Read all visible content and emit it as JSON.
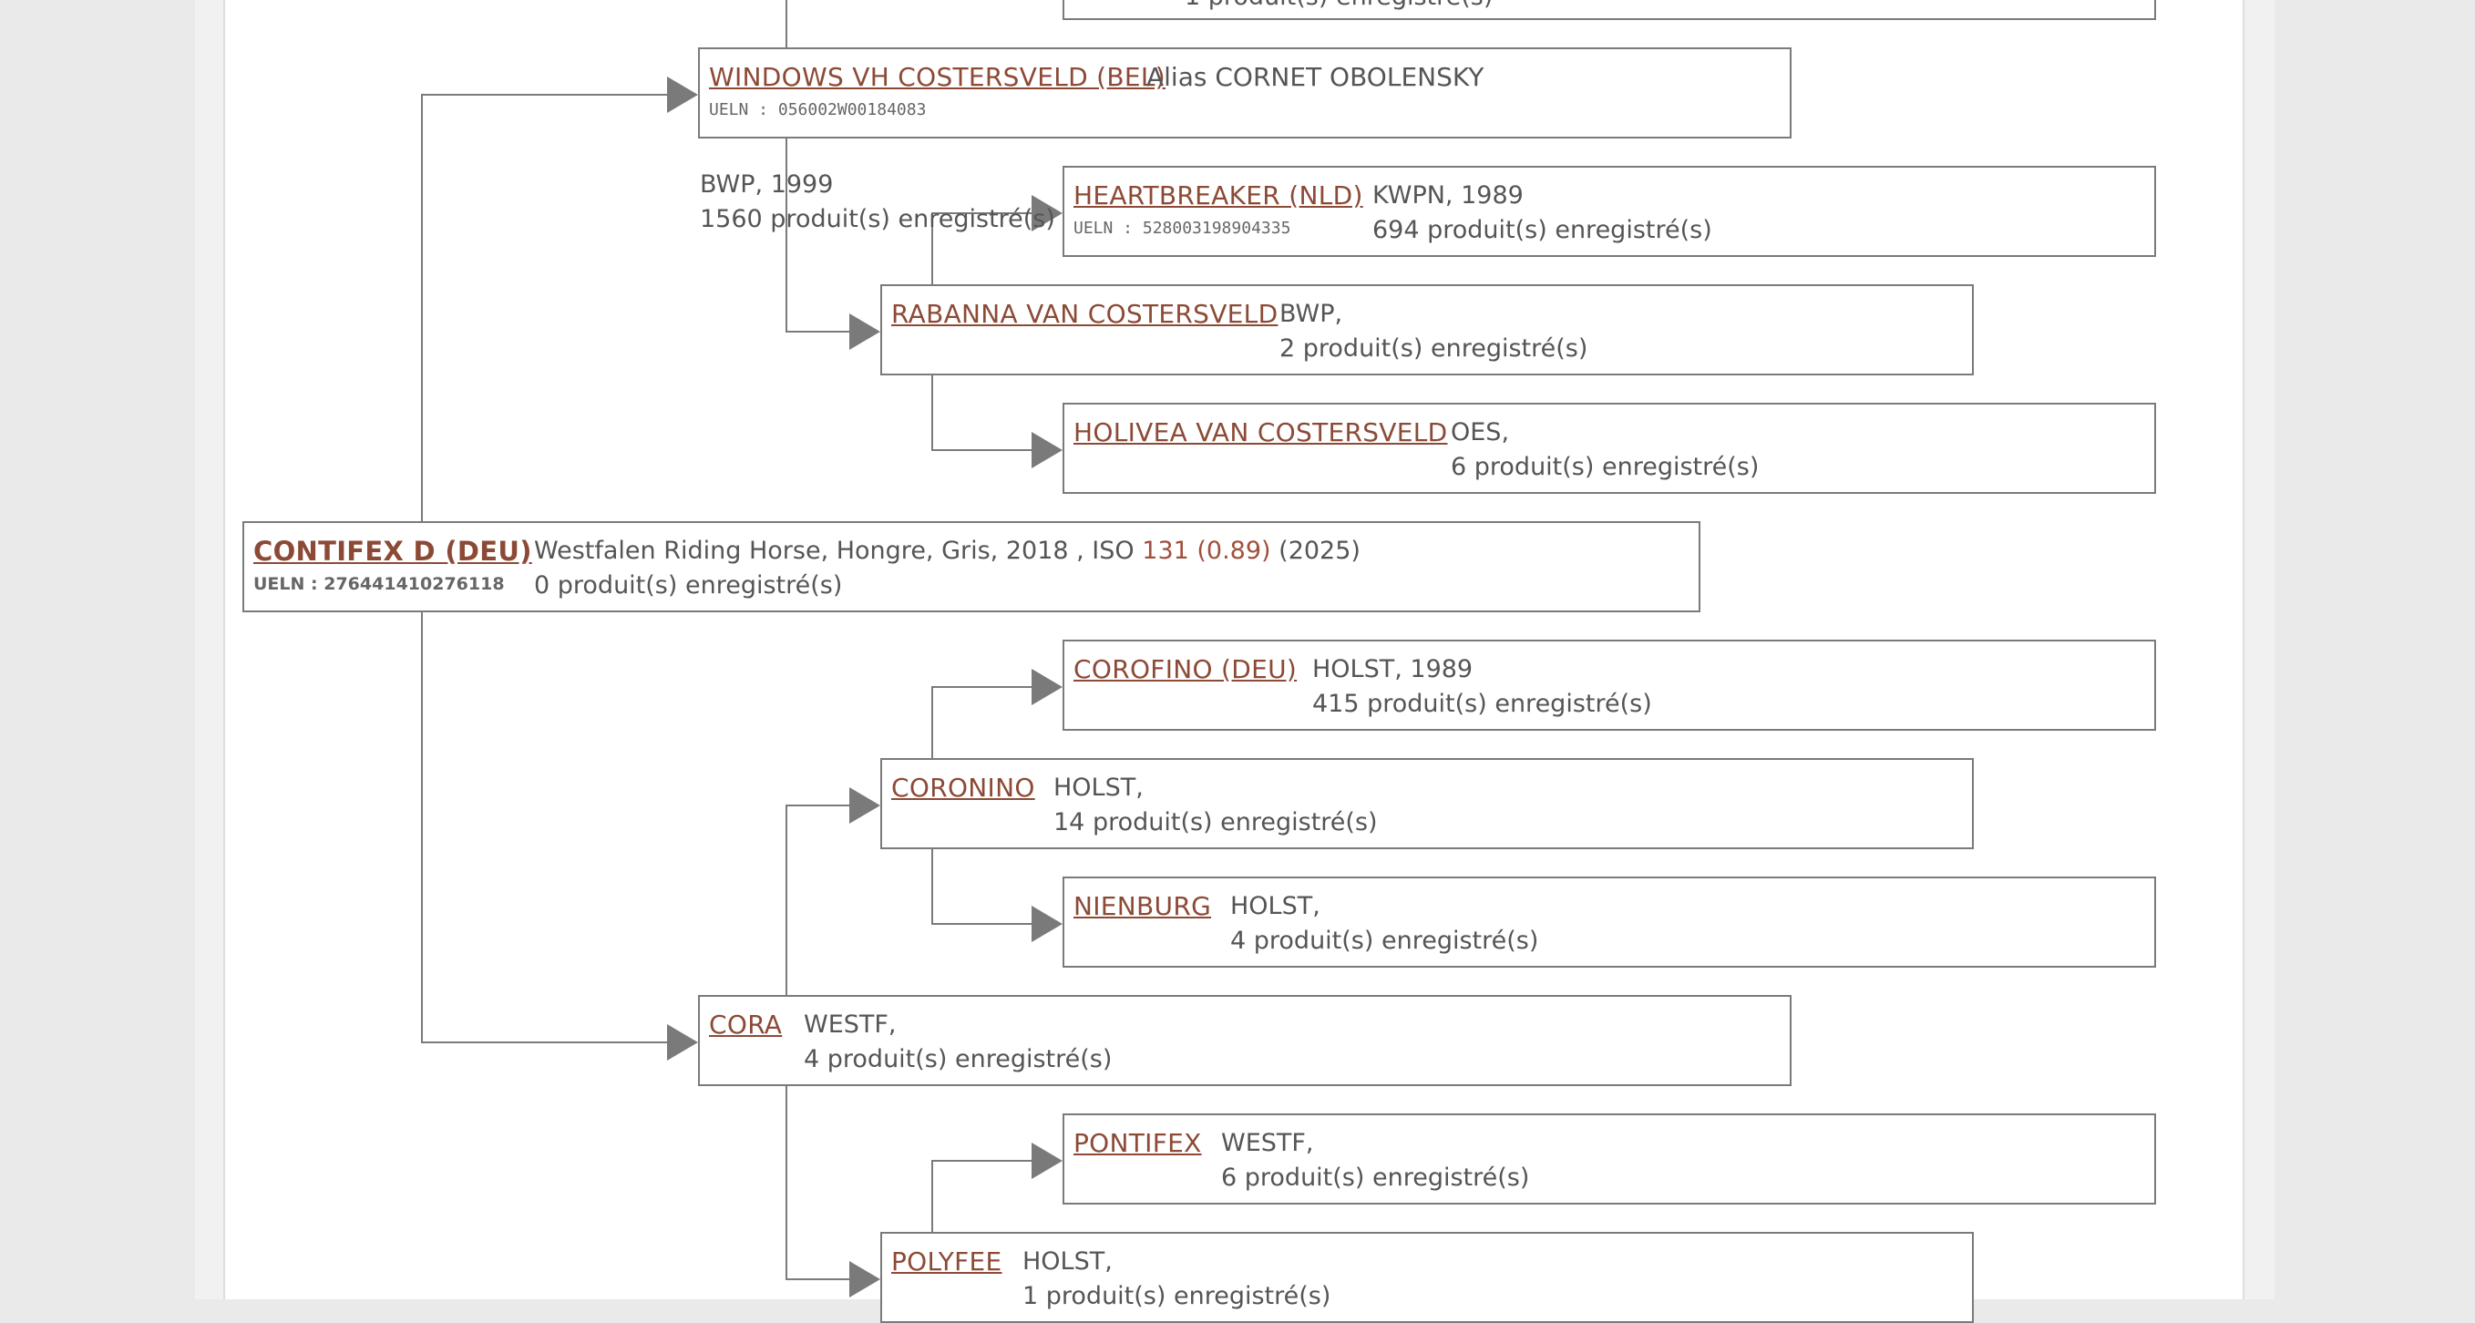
{
  "top_partial": {
    "text": "1 produit(s) enregistré(s)"
  },
  "sire": {
    "name": "WINDOWS VH COSTERSVELD (BEL)",
    "alias": "Alias CORNET OBOLENSKY",
    "ueln": "UELN : 056002W00184083",
    "studbook_year": "BWP, 1999",
    "products": "1560 produit(s) enregistré(s)"
  },
  "sire_sire": {
    "name": "HEARTBREAKER (NLD)",
    "ueln": "UELN : 528003198904335",
    "studbook_year": "KWPN, 1989",
    "products": "694 produit(s) enregistré(s)"
  },
  "sire_dam": {
    "name": "RABANNA VAN COSTERSVELD",
    "studbook_year": "BWP,",
    "products": "2 produit(s) enregistré(s)"
  },
  "sire_dam_sire": {
    "name": "HOLIVEA VAN COSTERSVELD",
    "studbook_year": "OES,",
    "products": "6 produit(s) enregistré(s)"
  },
  "subject": {
    "name": "CONTIFEX D (DEU)",
    "ueln": "UELN : 276441410276118",
    "description": "Westfalen Riding Horse, Hongre, Gris, 2018 , ISO",
    "iso_value": "131 (0.89)",
    "iso_year": "(2025)",
    "products": "0 produit(s) enregistré(s)"
  },
  "dam_sire_sire": {
    "name": "COROFINO (DEU)",
    "studbook_year": "HOLST, 1989",
    "products": "415 produit(s) enregistré(s)"
  },
  "dam_sire": {
    "name": "CORONINO",
    "studbook_year": "HOLST,",
    "products": "14 produit(s) enregistré(s)"
  },
  "dam_sire_dam": {
    "name": "NIENBURG",
    "studbook_year": "HOLST,",
    "products": "4 produit(s) enregistré(s)"
  },
  "dam": {
    "name": "CORA",
    "studbook_year": "WESTF,",
    "products": "4 produit(s) enregistré(s)"
  },
  "dam_dam_sire": {
    "name": "PONTIFEX",
    "studbook_year": "WESTF,",
    "products": "6 produit(s) enregistré(s)"
  },
  "dam_dam": {
    "name": "POLYFEE",
    "studbook_year": "HOLST,",
    "products": "1 produit(s) enregistré(s)"
  },
  "colors": {
    "link": "#8c4a36",
    "line": "#7a7a7a",
    "iso": "#a0503c"
  },
  "icons": {
    "connector": "arrow-right-icon"
  }
}
